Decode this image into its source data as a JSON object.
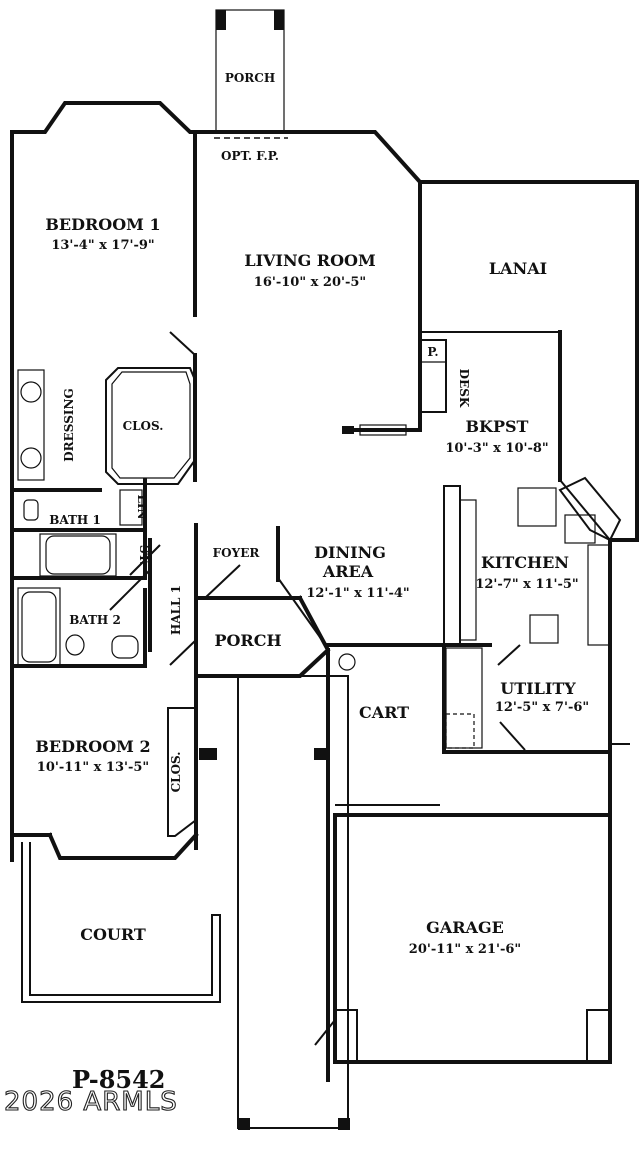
{
  "plan_id": "P-8542",
  "watermark": "2026 ARMLS",
  "rooms": {
    "porch_front": {
      "name": "PORCH"
    },
    "opt_fp": {
      "name": "OPT. F.P."
    },
    "bedroom1": {
      "name": "BEDROOM 1",
      "size": "13'-4\" x 17'-9\""
    },
    "living_room": {
      "name": "LIVING ROOM",
      "size": "16'-10\" x 20'-5\""
    },
    "lanai": {
      "name": "LANAI"
    },
    "pantry": {
      "name": "P."
    },
    "desk": {
      "name": "DESK"
    },
    "bkpst": {
      "name": "BKPST",
      "size": "10'-3\" x 10'-8\""
    },
    "dressing": {
      "name": "DRESSING"
    },
    "closet1": {
      "name": "CLOS."
    },
    "bath1": {
      "name": "BATH 1"
    },
    "linen": {
      "name": "LIN"
    },
    "storage": {
      "name": "ST."
    },
    "foyer": {
      "name": "FOYER"
    },
    "dining": {
      "name_line1": "DINING",
      "name_line2": "AREA",
      "size": "12'-1\" x 11'-4\""
    },
    "kitchen": {
      "name": "KITCHEN",
      "size": "12'-7\" x 11'-5\""
    },
    "bath2": {
      "name": "BATH 2"
    },
    "hall1": {
      "name": "HALL 1"
    },
    "porch_entry": {
      "name": "PORCH"
    },
    "utility": {
      "name": "UTILITY",
      "size": "12'-5\" x 7'-6\""
    },
    "cart": {
      "name": "CART"
    },
    "bedroom2": {
      "name": "BEDROOM 2",
      "size": "10'-11\" x 13'-5\""
    },
    "closet2": {
      "name": "CLOS."
    },
    "court": {
      "name": "COURT"
    },
    "garage": {
      "name": "GARAGE",
      "size": "20'-11\" x 21'-6\""
    }
  }
}
